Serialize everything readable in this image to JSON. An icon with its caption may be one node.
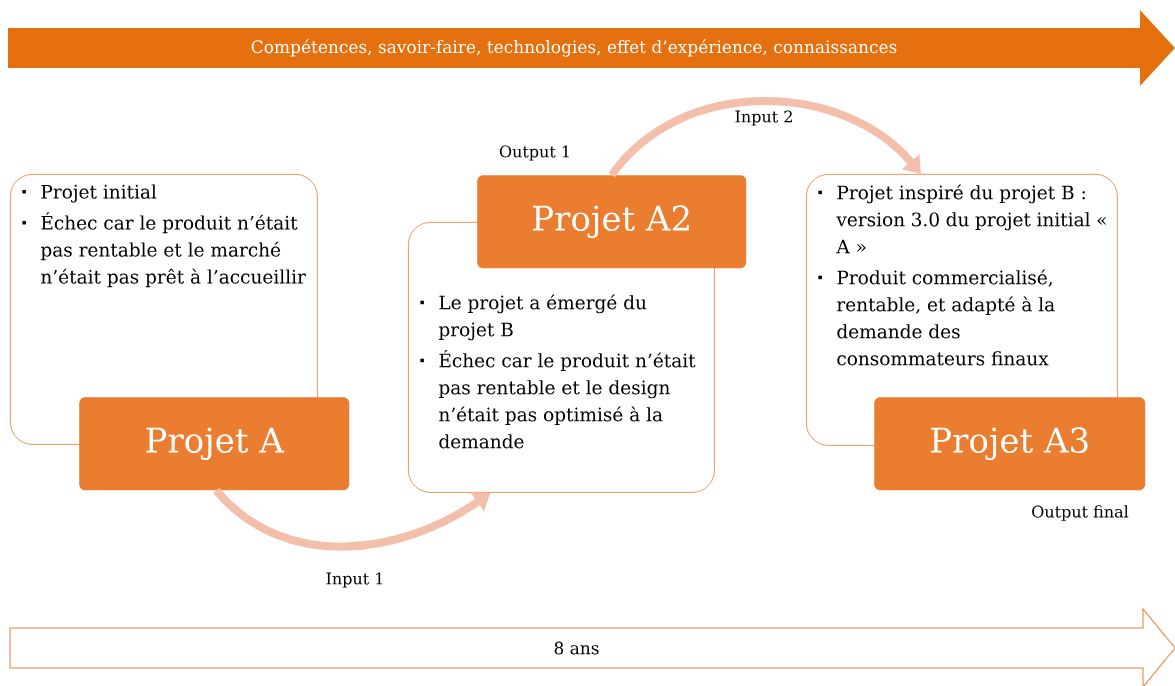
{
  "diagram": {
    "nodes": [
      {
        "text": [
          "Compétences, savoir-faire, technologies, effet d’expérience, connaissances"
        ]
      },
      {
        "text": [
          "Projet initial",
          "Échec car le produit n’était pas rentable et le marché n’était pas prêt à l’accueillir"
        ]
      },
      {
        "text": [
          "Projet A"
        ]
      },
      {
        "text": [
          "Le projet a émergé du projet B",
          "Échec car le produit n’était pas rentable et le design n’était pas optimisé à la demande"
        ]
      },
      {
        "text": [
          "Projet A2"
        ],
        "beside": [
          "Output 1"
        ]
      },
      {
        "text": [
          "Projet inspiré du projet B : version 3.0 du projet initial « A »",
          "Produit commercialisé, rentable, et adapté à la demande des consommateurs finaux"
        ]
      },
      {
        "text": [
          "Projet A3"
        ],
        "beside": [
          "Output final"
        ]
      },
      {
        "text": [
          "8 ans"
        ]
      }
    ],
    "edges": [
      {
        "from": 2,
        "to": 3,
        "arrow": "to",
        "label": "Input 1"
      },
      {
        "from": 4,
        "to": 5,
        "arrow": "to",
        "label": "Input 2"
      }
    ]
  }
}
